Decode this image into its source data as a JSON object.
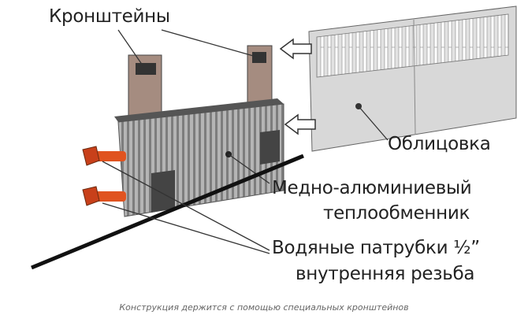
{
  "labels": {
    "brackets": "Кронштейны",
    "cover": "Облицовка",
    "exchanger_line1": "Медно-алюминиевый",
    "exchanger_line2": "теплообменник",
    "pipes_line1": "Водяные патрубки ½”",
    "pipes_line2": "внутренняя резьба"
  },
  "caption": "Конструкция держится с помощью специальных кронштейнов",
  "colors": {
    "pipe": "#e0531f",
    "fins": "#9a9a9a",
    "cover": "#dcdcdc",
    "rod": "#111111"
  }
}
